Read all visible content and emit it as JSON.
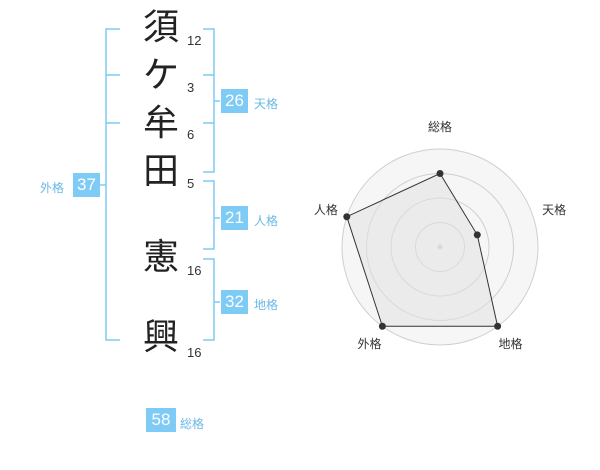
{
  "name": {
    "chars": [
      {
        "char": "須",
        "strokes": "12"
      },
      {
        "char": "ケ",
        "strokes": "3"
      },
      {
        "char": "牟",
        "strokes": "6"
      },
      {
        "char": "田",
        "strokes": "5"
      },
      {
        "char": "憲",
        "strokes": "16"
      },
      {
        "char": "興",
        "strokes": "16"
      }
    ]
  },
  "scores": {
    "tenkaku": {
      "value": "26",
      "label": "天格"
    },
    "jinkaku": {
      "value": "21",
      "label": "人格"
    },
    "chikaku": {
      "value": "32",
      "label": "地格"
    },
    "gaikaku": {
      "value": "37",
      "label": "外格"
    },
    "soukaku": {
      "value": "58",
      "label": "総格"
    }
  },
  "chart_data": {
    "type": "radar",
    "axes": [
      "総格",
      "天格",
      "地格",
      "外格",
      "人格"
    ],
    "values": [
      0.75,
      0.4,
      1.0,
      1.0,
      1.0
    ],
    "max": 1.0,
    "rings": 4
  },
  "colors": {
    "accent": "#7ecbf5",
    "bracket": "#7ecbf5",
    "label": "#6ab8e6"
  }
}
